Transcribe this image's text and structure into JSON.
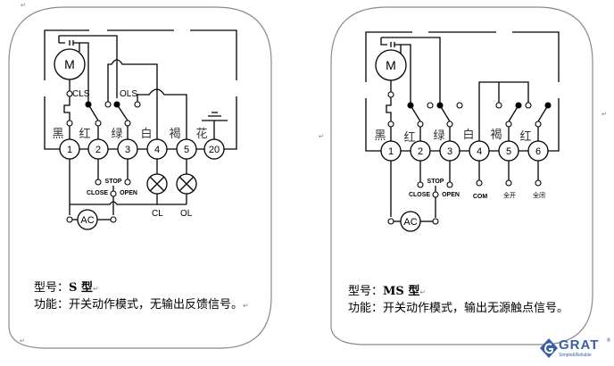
{
  "diagrams": [
    {
      "id": "S",
      "terminals": [
        {
          "num": "1",
          "color_label": "黑"
        },
        {
          "num": "2",
          "color_label": "红"
        },
        {
          "num": "3",
          "color_label": "绿"
        },
        {
          "num": "4",
          "color_label": "白"
        },
        {
          "num": "5",
          "color_label": "褐"
        },
        {
          "num": "20",
          "color_label": "花"
        }
      ],
      "motor_label": "M",
      "switch_labels": {
        "cls": "CLS",
        "ols": "OLS"
      },
      "control_labels": {
        "close": "CLOSE",
        "stop": "STOP",
        "open": "OPEN"
      },
      "lamp_labels": {
        "cl": "CL",
        "ol": "OL"
      },
      "power_label": "AC",
      "caption": {
        "model_prefix": "型号：",
        "model_value": "S 型",
        "function_text": "功能：开关动作模式，无输出反馈信号。"
      }
    },
    {
      "id": "MS",
      "terminals": [
        {
          "num": "1",
          "color_label": "黑"
        },
        {
          "num": "2",
          "color_label": "红"
        },
        {
          "num": "3",
          "color_label": "绿"
        },
        {
          "num": "4",
          "color_label": "白"
        },
        {
          "num": "5",
          "color_label": "褐"
        },
        {
          "num": "6",
          "color_label": "红"
        }
      ],
      "motor_label": "M",
      "control_labels": {
        "close": "CLOSE",
        "stop": "STOP",
        "open": "OPEN"
      },
      "output_labels": {
        "com": "COM",
        "full_open": "全开",
        "full_close": "全闭"
      },
      "power_label": "AC",
      "caption": {
        "model_prefix": "型号：",
        "model_value": "MS 型",
        "function_text": "功能：开关动作模式，输出无源触点信号。"
      }
    }
  ],
  "logo": {
    "brand": "GRAT",
    "registered": "®",
    "tagline": "Simple&Reliable",
    "color": "#3a5fa5"
  },
  "paragraph_mark": "↵"
}
